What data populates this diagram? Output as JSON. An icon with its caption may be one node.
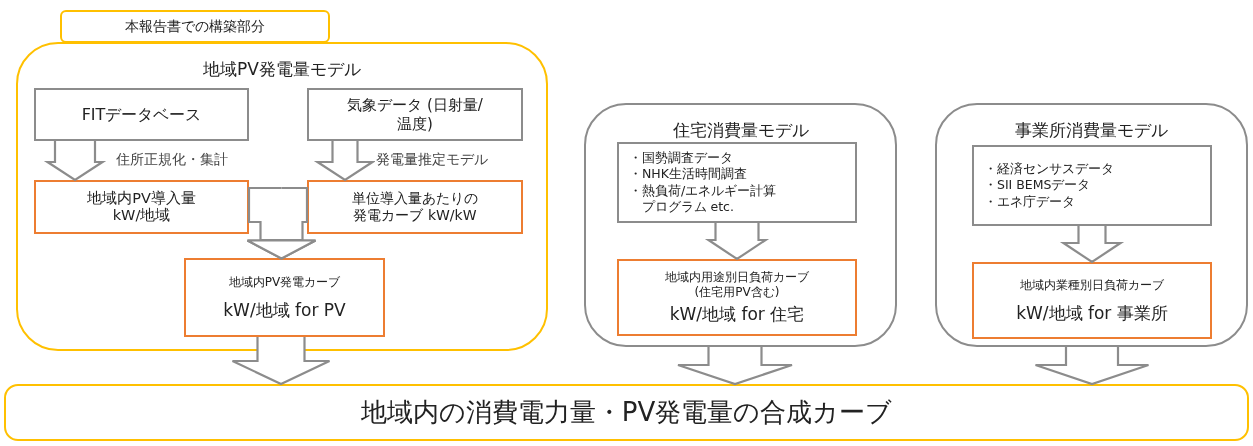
{
  "diagram": {
    "nodes": [
      {
        "text": [
          "本報告書での構築部分"
        ]
      },
      {
        "text": [
          "地域PV発電量モデル"
        ]
      },
      {
        "text": [
          "FITデータベース"
        ],
        "in": 1
      },
      {
        "text": [
          "気象データ (日射量/温度)"
        ],
        "in": 1
      },
      {
        "text": [
          "地域内PV導入量 kW/地域"
        ],
        "in": 1
      },
      {
        "text": [
          "単位導入量あたりの発電カーブ kW/kW"
        ],
        "in": 1
      },
      {
        "text": [
          "地域内PV発電カーブ",
          "kW/地域 for PV"
        ],
        "in": 1
      },
      {
        "text": [
          "住宅消費量モデル"
        ]
      },
      {
        "text": [
          "・国勢調査データ",
          "・NHK生活時間調査",
          "・熱負荷/エネルギー計算プログラム etc."
        ],
        "in": 7
      },
      {
        "text": [
          "地域内用途別日負荷カーブ (住宅用PV含む)",
          "kW/地域 for 住宅"
        ],
        "in": 7
      },
      {
        "text": [
          "事業所消費量モデル"
        ]
      },
      {
        "text": [
          "・経済センサスデータ",
          "・SII BEMSデータ",
          "・エネ庁データ"
        ],
        "in": 10
      },
      {
        "text": [
          "地域内業種別日負荷カーブ",
          "kW/地域 for 事業所"
        ],
        "in": 10
      },
      {
        "text": [
          "地域内の消費電力量・PV発電量の合成カーブ"
        ]
      }
    ],
    "edges": [
      {
        "from": 2,
        "to": 4,
        "arrow": "to",
        "label": "住所正規化・集計"
      },
      {
        "from": 3,
        "to": 5,
        "arrow": "to",
        "label": "発電量推定モデル"
      },
      {
        "from": 4,
        "to": 6,
        "arrow": "to"
      },
      {
        "from": 5,
        "to": 6,
        "arrow": "to"
      },
      {
        "from": 8,
        "to": 9,
        "arrow": "to"
      },
      {
        "from": 11,
        "to": 12,
        "arrow": "to"
      },
      {
        "from": 6,
        "to": 13,
        "arrow": "to"
      },
      {
        "from": 7,
        "to": 13,
        "arrow": "to"
      },
      {
        "from": 10,
        "to": 13,
        "arrow": "to"
      }
    ]
  }
}
